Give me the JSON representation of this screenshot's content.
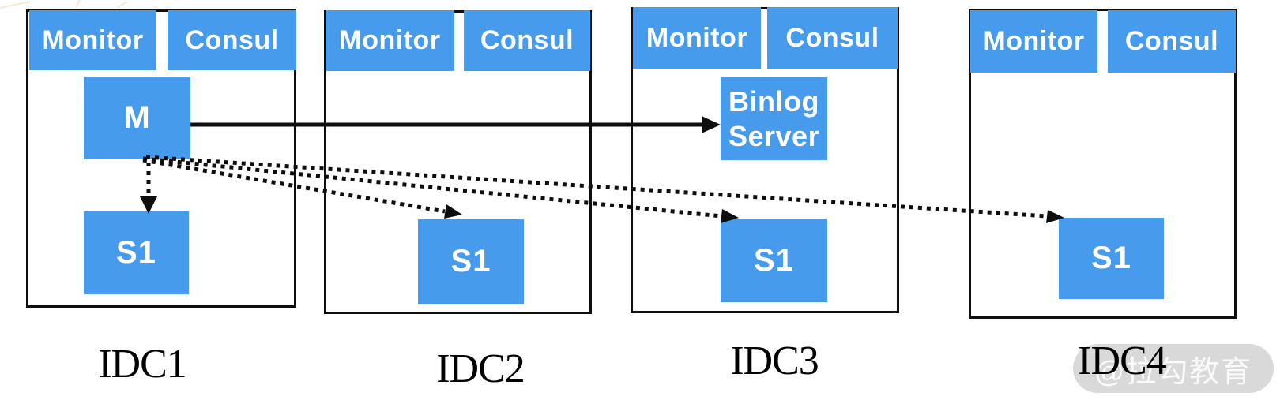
{
  "colors": {
    "node_blue": "#479BEC",
    "line_black": "#0e0e0e",
    "watermark_bg": "rgba(213,213,213,0.9)",
    "watermark_text": "rgba(255,255,255,0.85)"
  },
  "idcs": [
    {
      "name": "IDC1",
      "monitor_label": "Monitor",
      "consul_label": "Consul",
      "nodes": {
        "master": "M",
        "slave": "S1"
      }
    },
    {
      "name": "IDC2",
      "monitor_label": "Monitor",
      "consul_label": "Consul",
      "nodes": {
        "slave": "S1"
      }
    },
    {
      "name": "IDC3",
      "monitor_label": "Monitor",
      "consul_label": "Consul",
      "nodes": {
        "binlog_server": {
          "line1": "Binlog",
          "line2": "Server"
        },
        "slave": "S1"
      }
    },
    {
      "name": "IDC4",
      "monitor_label": "Monitor",
      "consul_label": "Consul",
      "nodes": {
        "slave": "S1"
      }
    }
  ],
  "edges": [
    {
      "id": "m-to-binlog-server",
      "from": "IDC1.M",
      "to": "IDC3.BinlogServer",
      "style": "solid"
    },
    {
      "id": "m-to-s1-idc1",
      "from": "IDC1.M",
      "to": "IDC1.S1",
      "style": "dotted"
    },
    {
      "id": "m-to-s1-idc2",
      "from": "IDC1.M",
      "to": "IDC2.S1",
      "style": "dotted"
    },
    {
      "id": "m-to-s1-idc3",
      "from": "IDC1.M",
      "to": "IDC3.S1",
      "style": "dotted"
    },
    {
      "id": "m-to-s1-idc4",
      "from": "IDC1.M",
      "to": "IDC4.S1",
      "style": "dotted"
    }
  ],
  "watermark": {
    "text": "@拉勾教育"
  }
}
